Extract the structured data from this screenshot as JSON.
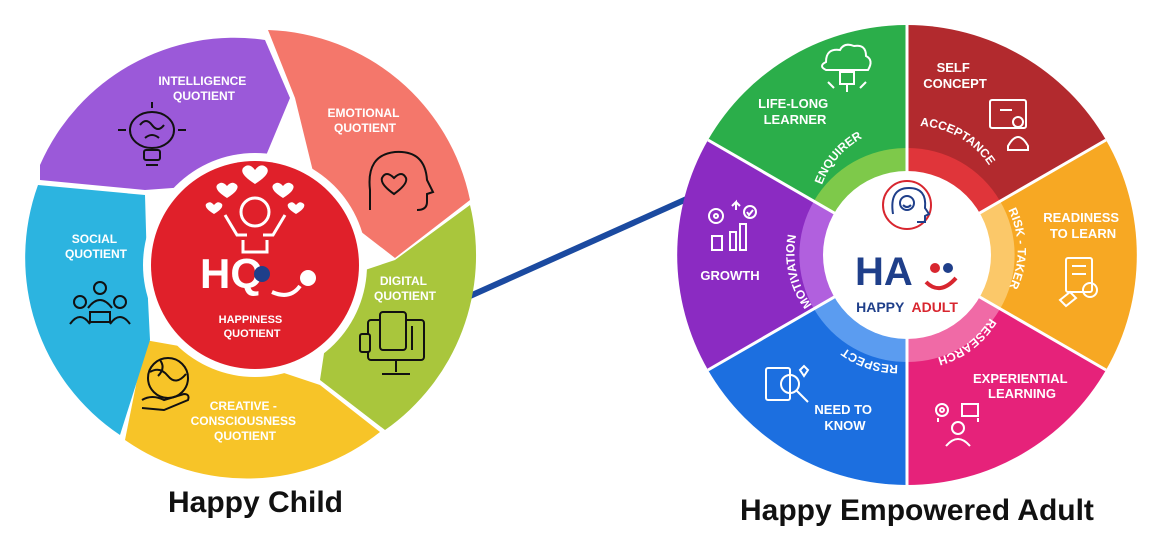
{
  "connector_color": "#1b4aa0",
  "happy_child": {
    "caption": "Happy Child",
    "center": {
      "logo_text": "HQ",
      "lines": [
        "HAPPINESS",
        "QUOTIENT"
      ],
      "color": "#e0202a",
      "icon": "happy-child-hearts-icon"
    },
    "segments": [
      {
        "key": "intelligence",
        "lines": [
          "INTELLIGENCE",
          "QUOTIENT"
        ],
        "color": "#9b59d9",
        "icon": "brain-bulb-icon"
      },
      {
        "key": "emotional",
        "lines": [
          "EMOTIONAL",
          "QUOTIENT"
        ],
        "color": "#f4776b",
        "icon": "head-heart-icon"
      },
      {
        "key": "digital",
        "lines": [
          "DIGITAL",
          "QUOTIENT"
        ],
        "color": "#a9c63c",
        "icon": "devices-icon"
      },
      {
        "key": "creative",
        "lines": [
          "CREATIVE -",
          "CONSCIOUSNESS",
          "QUOTIENT"
        ],
        "color": "#f7c428",
        "icon": "globe-hand-icon"
      },
      {
        "key": "social",
        "lines": [
          "SOCIAL",
          "QUOTIENT"
        ],
        "color": "#2cb4e0",
        "icon": "people-meeting-icon"
      }
    ]
  },
  "happy_adult": {
    "caption": "Happy Empowered Adult",
    "center": {
      "logo_text": "HA",
      "brand": [
        "HAPPY",
        "ADULT"
      ],
      "brand_colors": [
        "#1f3f8a",
        "#d8262f"
      ],
      "icon": "mind-cycle-icon"
    },
    "segments": [
      {
        "key": "self-concept",
        "lines": [
          "SELF",
          "CONCEPT"
        ],
        "ring_label": "ACCEPTANCE",
        "color": "#b22a2e",
        "ring_color": "#e0353a",
        "icon": "presentation-icon"
      },
      {
        "key": "readiness",
        "lines": [
          "READINESS",
          "TO LEARN"
        ],
        "ring_label": "RISK - TAKER",
        "color": "#f7a823",
        "ring_color": "#fbc869",
        "icon": "checklist-stamp-icon"
      },
      {
        "key": "experiential",
        "lines": [
          "EXPERIENTIAL",
          "LEARNING"
        ],
        "ring_label": "RESEARCH",
        "color": "#e6227a",
        "ring_color": "#f06aa6",
        "icon": "gear-learner-icon"
      },
      {
        "key": "need-to-know",
        "lines": [
          "NEED TO",
          "KNOW"
        ],
        "ring_label": "RESPECT",
        "color": "#1c6fe0",
        "ring_color": "#5b9cf0",
        "icon": "book-search-icon"
      },
      {
        "key": "growth",
        "lines": [
          "GROWTH"
        ],
        "ring_label": "MOTIVATION",
        "color": "#8b2bc2",
        "ring_color": "#b160de",
        "icon": "growth-chart-icon"
      },
      {
        "key": "life-long",
        "lines": [
          "LIFE-LONG",
          "LEARNER"
        ],
        "ring_label": "ENQUIRER",
        "color": "#2bae4a",
        "ring_color": "#7ec94a",
        "icon": "brain-puzzle-icon"
      }
    ]
  }
}
